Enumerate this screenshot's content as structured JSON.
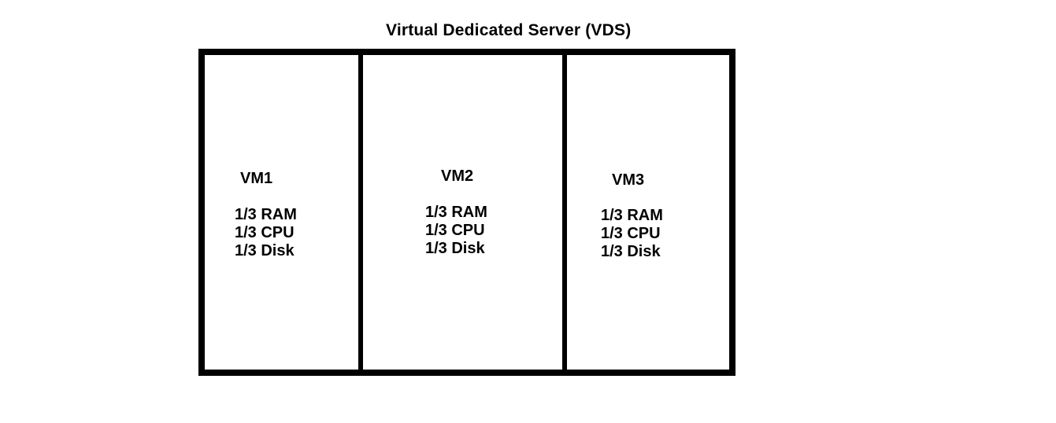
{
  "diagram": {
    "title": "Virtual Dedicated Server (VDS)",
    "vms": [
      {
        "name": "VM1",
        "specs": [
          "1/3 RAM",
          "1/3 CPU",
          "1/3 Disk"
        ]
      },
      {
        "name": "VM2",
        "specs": [
          "1/3 RAM",
          "1/3 CPU",
          "1/3 Disk"
        ]
      },
      {
        "name": "VM3",
        "specs": [
          "1/3 RAM",
          "1/3 CPU",
          "1/3 Disk"
        ]
      }
    ],
    "colors": {
      "background": "#ffffff",
      "border": "#000000",
      "text": "#000000"
    }
  }
}
